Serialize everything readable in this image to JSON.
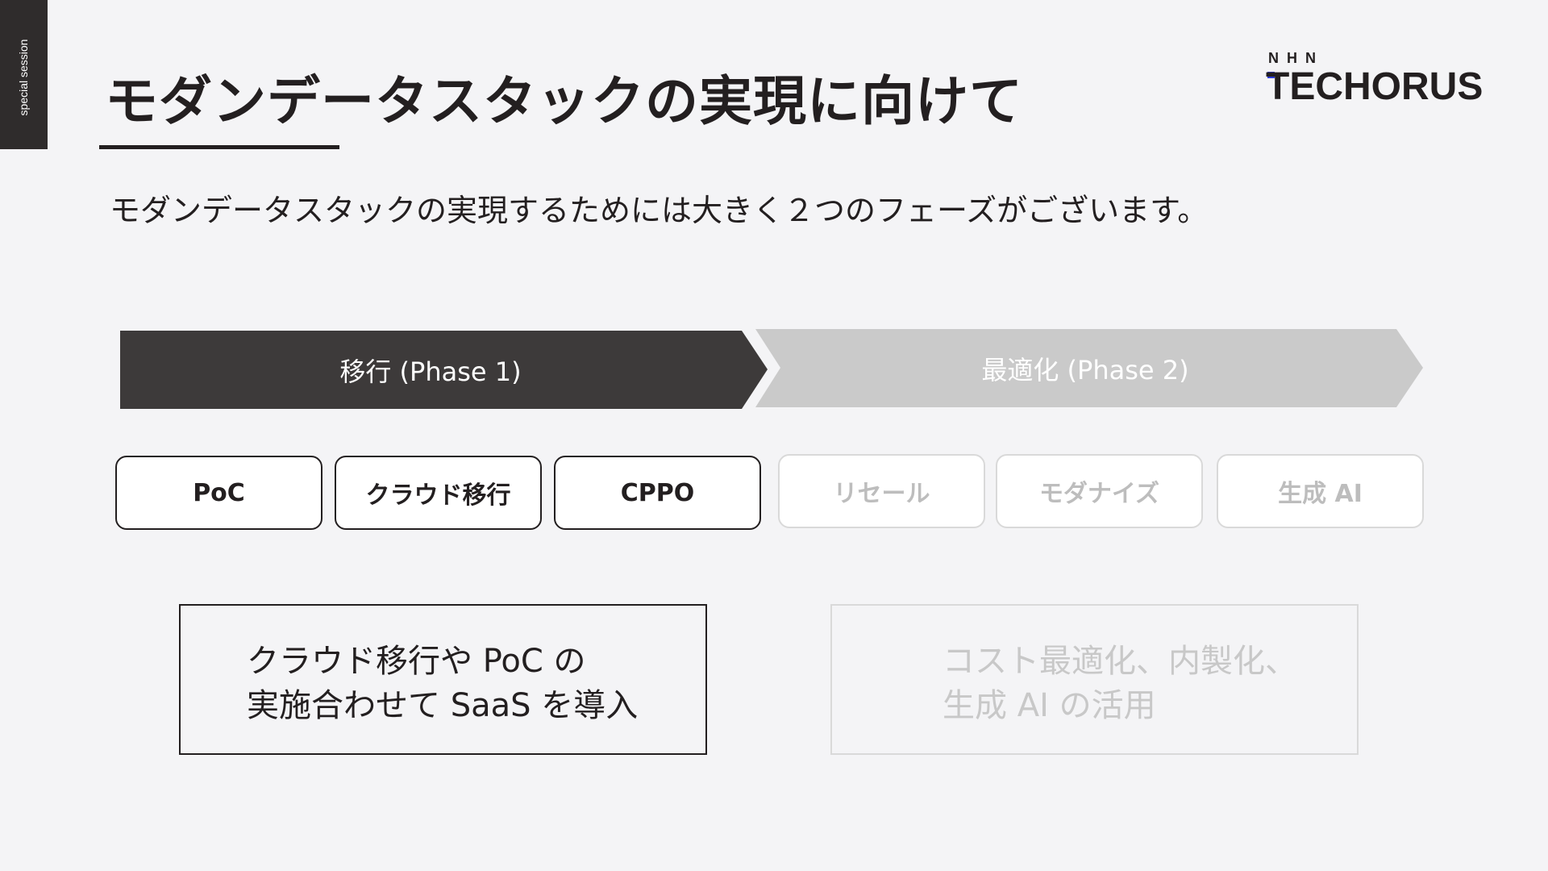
{
  "side_tab": {
    "label": "special session"
  },
  "header": {
    "title": "モダンデータスタックの実現に向けて"
  },
  "logo": {
    "small_text": "NHN",
    "main_text": "TECHORUS",
    "accent_color": "#2b3bd6"
  },
  "subtitle": "モダンデータスタックの実現するためには大きく２つのフェーズがございます。",
  "phases": [
    {
      "label": "移行 (Phase 1)",
      "color": "#3d3a3a"
    },
    {
      "label": "最適化 (Phase 2)",
      "color": "#cacaca"
    }
  ],
  "steps": [
    {
      "label": "PoC",
      "state": "active"
    },
    {
      "label": "クラウド移行",
      "state": "active"
    },
    {
      "label": "CPPO",
      "state": "active"
    },
    {
      "label": "リセール",
      "state": "inactive"
    },
    {
      "label": "モダナイズ",
      "state": "inactive"
    },
    {
      "label": "生成 AI",
      "state": "inactive"
    }
  ],
  "descriptions": [
    {
      "lines": [
        "クラウド移行や PoC の",
        "実施合わせて SaaS を導入"
      ],
      "state": "active"
    },
    {
      "lines": [
        "コスト最適化、内製化、",
        "生成 AI の活用"
      ],
      "state": "inactive"
    }
  ]
}
